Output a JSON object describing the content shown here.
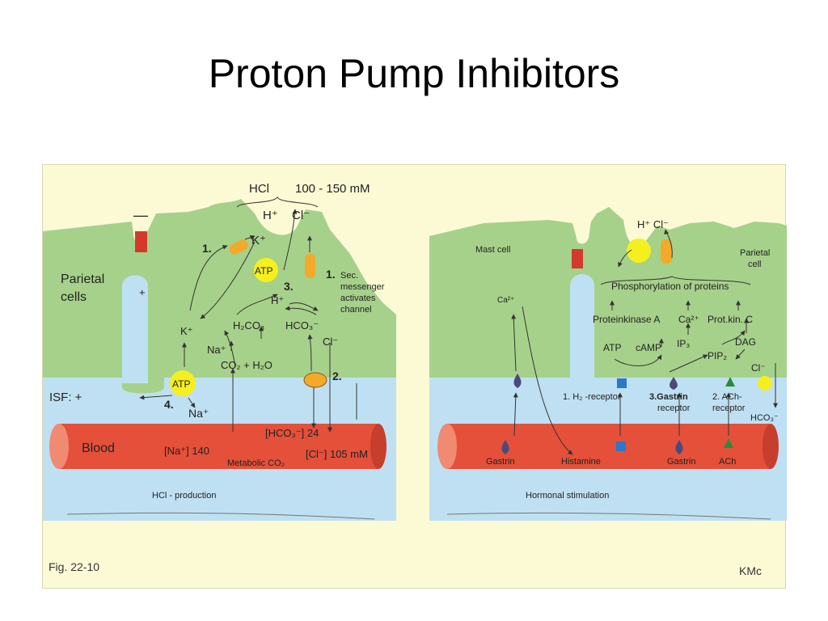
{
  "title": "Proton Pump Inhibitors",
  "left": {
    "hcl_top": "HCl",
    "hcl_conc": "100 - 150 mM",
    "h_ion": "H⁺",
    "cl_ion": "Cl⁻",
    "minus": "—",
    "plus": "+",
    "parietal": [
      "Parietal",
      "cells"
    ],
    "step1a": "1.",
    "k_top": "K⁺",
    "atp_pump": "ATP",
    "step3": "3.",
    "h_mid": "H⁺",
    "step1b": "1.",
    "sec": [
      "Sec.",
      "messenger",
      "activates",
      "channel"
    ],
    "k_left": "K⁺",
    "na_left": "Na⁺",
    "h2co3": "H₂CO₃",
    "hco3": "HCO₃⁻",
    "cl_right": "Cl⁻",
    "co2": "CO₂ + H₂O",
    "atp_base": "ATP",
    "step2": "2.",
    "isf": "ISF: +",
    "step4": "4.",
    "na_bottom": "Na⁺",
    "hco3_conc": "[HCO₃⁻] 24",
    "blood": "Blood",
    "na_conc": "[Na⁺] 140",
    "metabolic": "Metabolic CO₂",
    "cl_conc": "[Cl⁻] 105 mM",
    "caption": "HCl - production"
  },
  "right": {
    "mast": "Mast cell",
    "h_cl": "H⁺ Cl⁻",
    "parietal": [
      "Parietal",
      "cell"
    ],
    "phos": "Phosphorylation of proteins",
    "ca_mast": "Ca²⁺",
    "pka": "Proteinkinase A",
    "ca": "Ca²⁺",
    "pkc": "Prot.kin. C",
    "atp": "ATP",
    "camp": "cAMP",
    "ip3": "IP₃",
    "dag": "DAG",
    "pip2": "PIP₂",
    "cl": "Cl⁻",
    "h2rec": "1. H₂ -receptor",
    "gastrin_rec": [
      "3.Gastrin",
      "receptor"
    ],
    "ach_rec": [
      "2. ACh-",
      "receptor"
    ],
    "hco3": "HCO₃⁻",
    "gastrin1": "Gastrin",
    "histamine": "Histamine",
    "gastrin2": "Gastrin",
    "ach": "ACh",
    "caption": "Hormonal stimulation"
  },
  "footer": {
    "fig": "Fig. 22-10",
    "author": "KMc"
  }
}
